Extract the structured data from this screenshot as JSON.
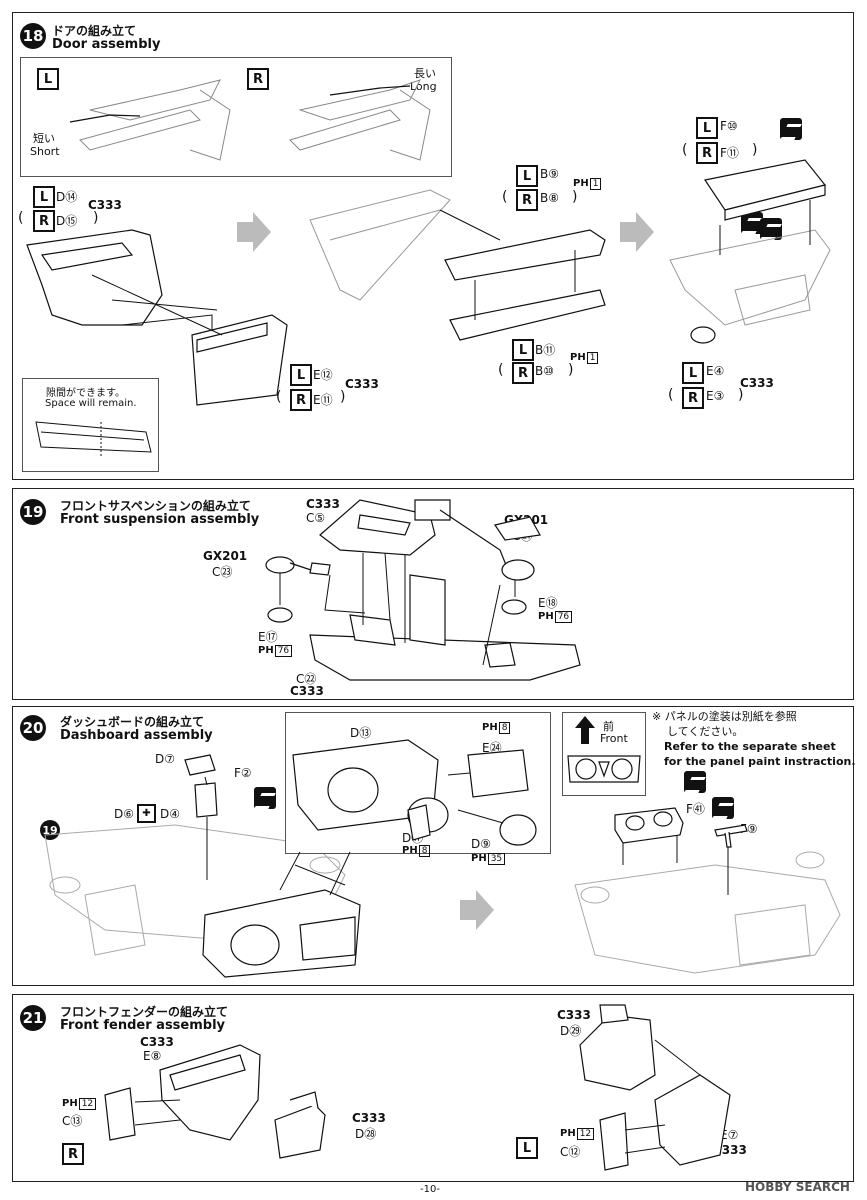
{
  "steps": [
    {
      "num": "18",
      "title_jp": "ドアの組み立て",
      "title_en": "Door assembly"
    },
    {
      "num": "19",
      "title_jp": "フロントサスペンションの組み立て",
      "title_en": "Front suspension assembly"
    },
    {
      "num": "20",
      "title_jp": "ダッシュボードの組み立て",
      "title_en": "Dashboard assembly"
    },
    {
      "num": "21",
      "title_jp": "フロントフェンダーの組み立て",
      "title_en": "Front fender assembly"
    }
  ],
  "s18": {
    "L": "L",
    "R": "R",
    "short_jp": "短い",
    "short_en": "Short",
    "long_jp": "長い",
    "long_en": "Long",
    "d14": "D⑭",
    "d15": "D⑮",
    "c333": "C333",
    "space_jp": "隙間ができます。",
    "space_en": "Space will remain.",
    "e12": "E⑫",
    "e11": "E⑪",
    "b9": "B⑨",
    "b8": "B⑧",
    "b11": "B⑪",
    "b10": "B⑩",
    "ph": "PH",
    "ph1": "1",
    "f10": "F⑩",
    "f11": "F⑪",
    "e4": "E④",
    "e3": "E③"
  },
  "s19": {
    "c333a": "C333",
    "c5": "C⑤",
    "gx201a": "GX201",
    "c24": "C㉔",
    "gx201b": "GX201",
    "c23": "C㉓",
    "e18": "E⑱",
    "ph76a": "76",
    "e17": "E⑰",
    "ph76b": "76",
    "c22": "C㉒",
    "c333b": "C333",
    "ph": "PH"
  },
  "s20": {
    "d7": "D⑦",
    "f2": "F②",
    "d6": "D⑥",
    "d4": "D④",
    "ref19": "19",
    "d13": "D⑬",
    "ph8a": "8",
    "e24": "E㉔",
    "d17": "D⑰",
    "ph8b": "8",
    "d9": "D⑨",
    "ph35": "35",
    "front_jp": "前",
    "front_en": "Front",
    "note_jp1": "※ パネルの塗装は別紙を参照",
    "note_jp2": "してください。",
    "note_en1": "Refer to the separate sheet",
    "note_en2": "for the panel paint instraction.",
    "f41": "F㊶",
    "f9": "F⑨",
    "ph": "PH"
  },
  "s21": {
    "c333a": "C333",
    "e8": "E⑧",
    "ph12a": "12",
    "c13": "C⑬",
    "c333b": "C333",
    "d28": "D㉘",
    "R": "R",
    "c333c": "C333",
    "d29": "D㉙",
    "ph12b": "12",
    "c12": "C⑫",
    "e7": "E⑦",
    "c333d": "C333",
    "L": "L",
    "ph": "PH"
  },
  "footer": {
    "page": "-10-",
    "watermark": "HOBBY SEARCH"
  }
}
